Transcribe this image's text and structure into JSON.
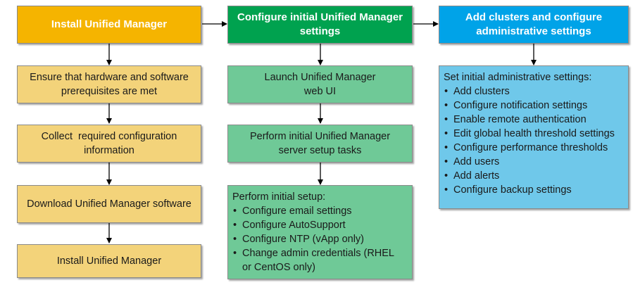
{
  "columns": [
    {
      "header": "Install Unified Manager",
      "steps": [
        "Ensure that hardware and software prerequisites are met",
        "Collect  required configuration information",
        "Download Unified Manager software",
        "Install Unified Manager"
      ]
    },
    {
      "header": "Configure initial Unified Manager settings",
      "steps": [
        "Launch Unified Manager web UI",
        "Perform initial Unified Manager server setup tasks"
      ],
      "list_title": "Perform initial setup:",
      "list_items": [
        "Configure email settings",
        "Configure AutoSupport",
        "Configure NTP (vApp only)",
        "Change admin credentials (RHEL or CentOS only)"
      ]
    },
    {
      "header": "Add clusters and configure administrative settings",
      "list_title": "Set initial administrative settings:",
      "list_items": [
        "Add clusters",
        "Configure notification settings",
        "Enable remote authentication",
        "Edit global health threshold settings",
        "Configure performance thresholds",
        "Add users",
        "Add alerts",
        "Configure backup settings"
      ]
    }
  ],
  "colors": {
    "header_orange": "#f5b400",
    "header_green": "#00a24f",
    "header_blue": "#00a3e8",
    "step_yellow": "#f3d37a",
    "step_green": "#6fc997",
    "step_blue": "#6fc8ea"
  }
}
